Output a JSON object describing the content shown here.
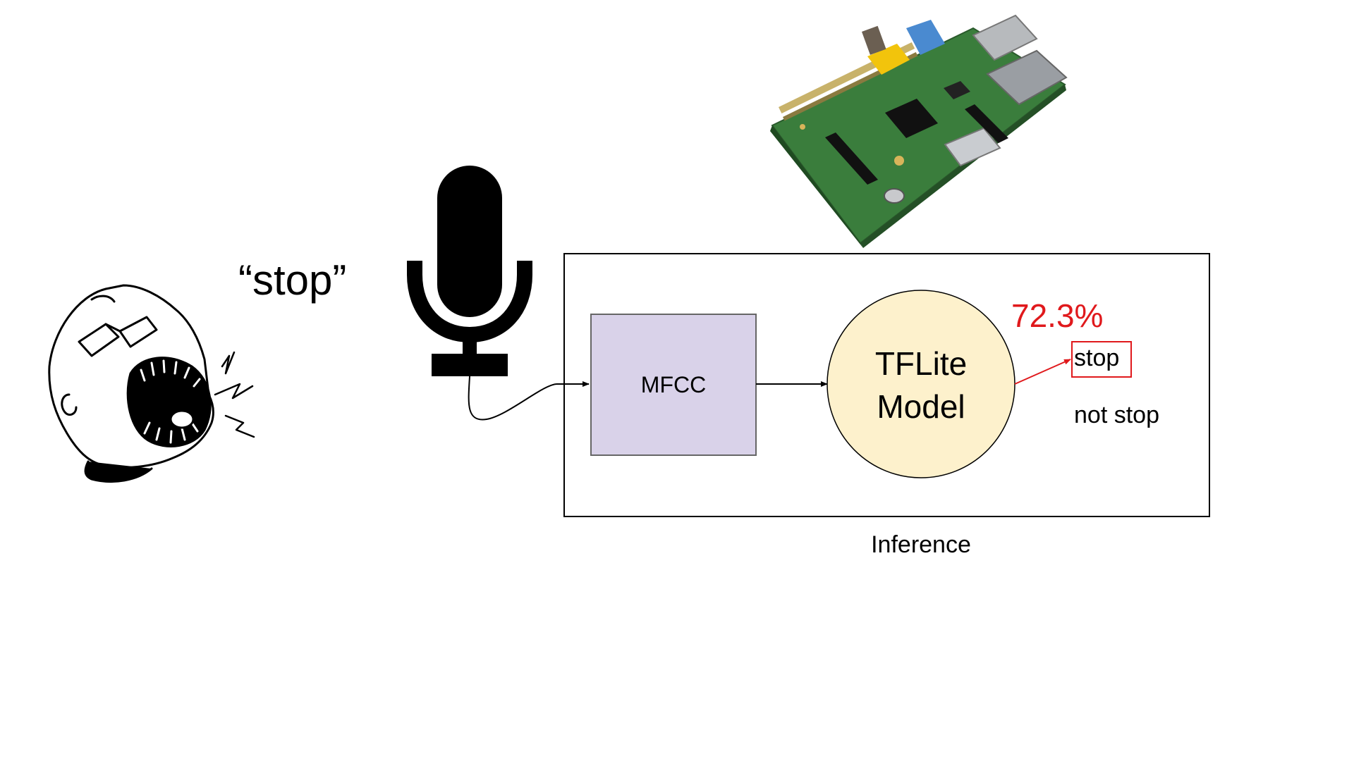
{
  "utterance": {
    "text": "“stop”"
  },
  "inference": {
    "label": "Inference",
    "mfcc_label": "MFCC",
    "model_label_line1": "TFLite",
    "model_label_line2": "Model",
    "confidence": "72.3%",
    "predicted_class": "stop",
    "other_class": "not stop"
  },
  "colors": {
    "mfcc_fill": "#d9d2e9",
    "mfcc_stroke": "#666666",
    "model_fill": "#fdf1cc",
    "highlight": "#e0191c",
    "board_green": "#3a7d3c"
  },
  "icons": {
    "speaker": "shouting-person-icon",
    "microphone": "microphone-icon",
    "board": "raspberry-pi-board-icon"
  }
}
